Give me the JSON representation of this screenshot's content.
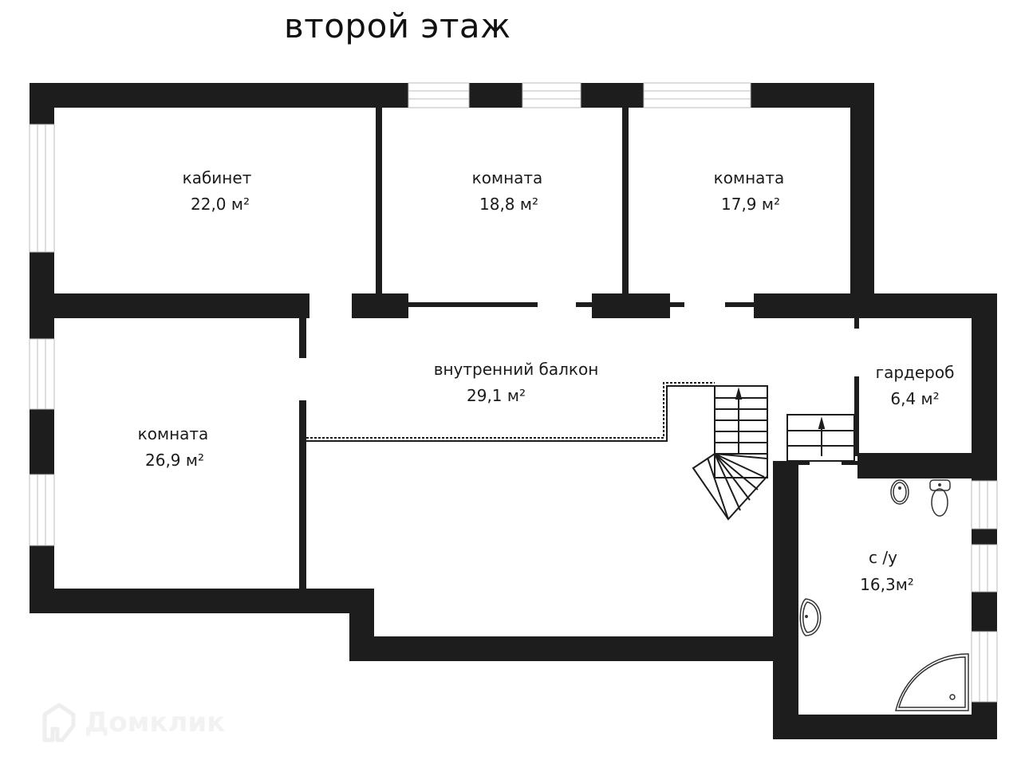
{
  "title": "второй этаж",
  "rooms": [
    {
      "name": "кабинет",
      "area": "22,0 м²"
    },
    {
      "name": "комната",
      "area": "18,8 м²"
    },
    {
      "name": "комната",
      "area": "17,9 м²"
    },
    {
      "name": "комната",
      "area": "26,9 м²"
    },
    {
      "name": "внутренний балкон",
      "area": "29,1 м²"
    },
    {
      "name": "гардероб",
      "area": "6,4 м²"
    },
    {
      "name": "с /у",
      "area": "16,3м²"
    }
  ],
  "watermark": {
    "text": "Домклик",
    "icon": "domclick-logo-icon"
  },
  "colors": {
    "wall": "#1d1d1d",
    "background": "#ffffff",
    "window": "#bdbdbd"
  }
}
